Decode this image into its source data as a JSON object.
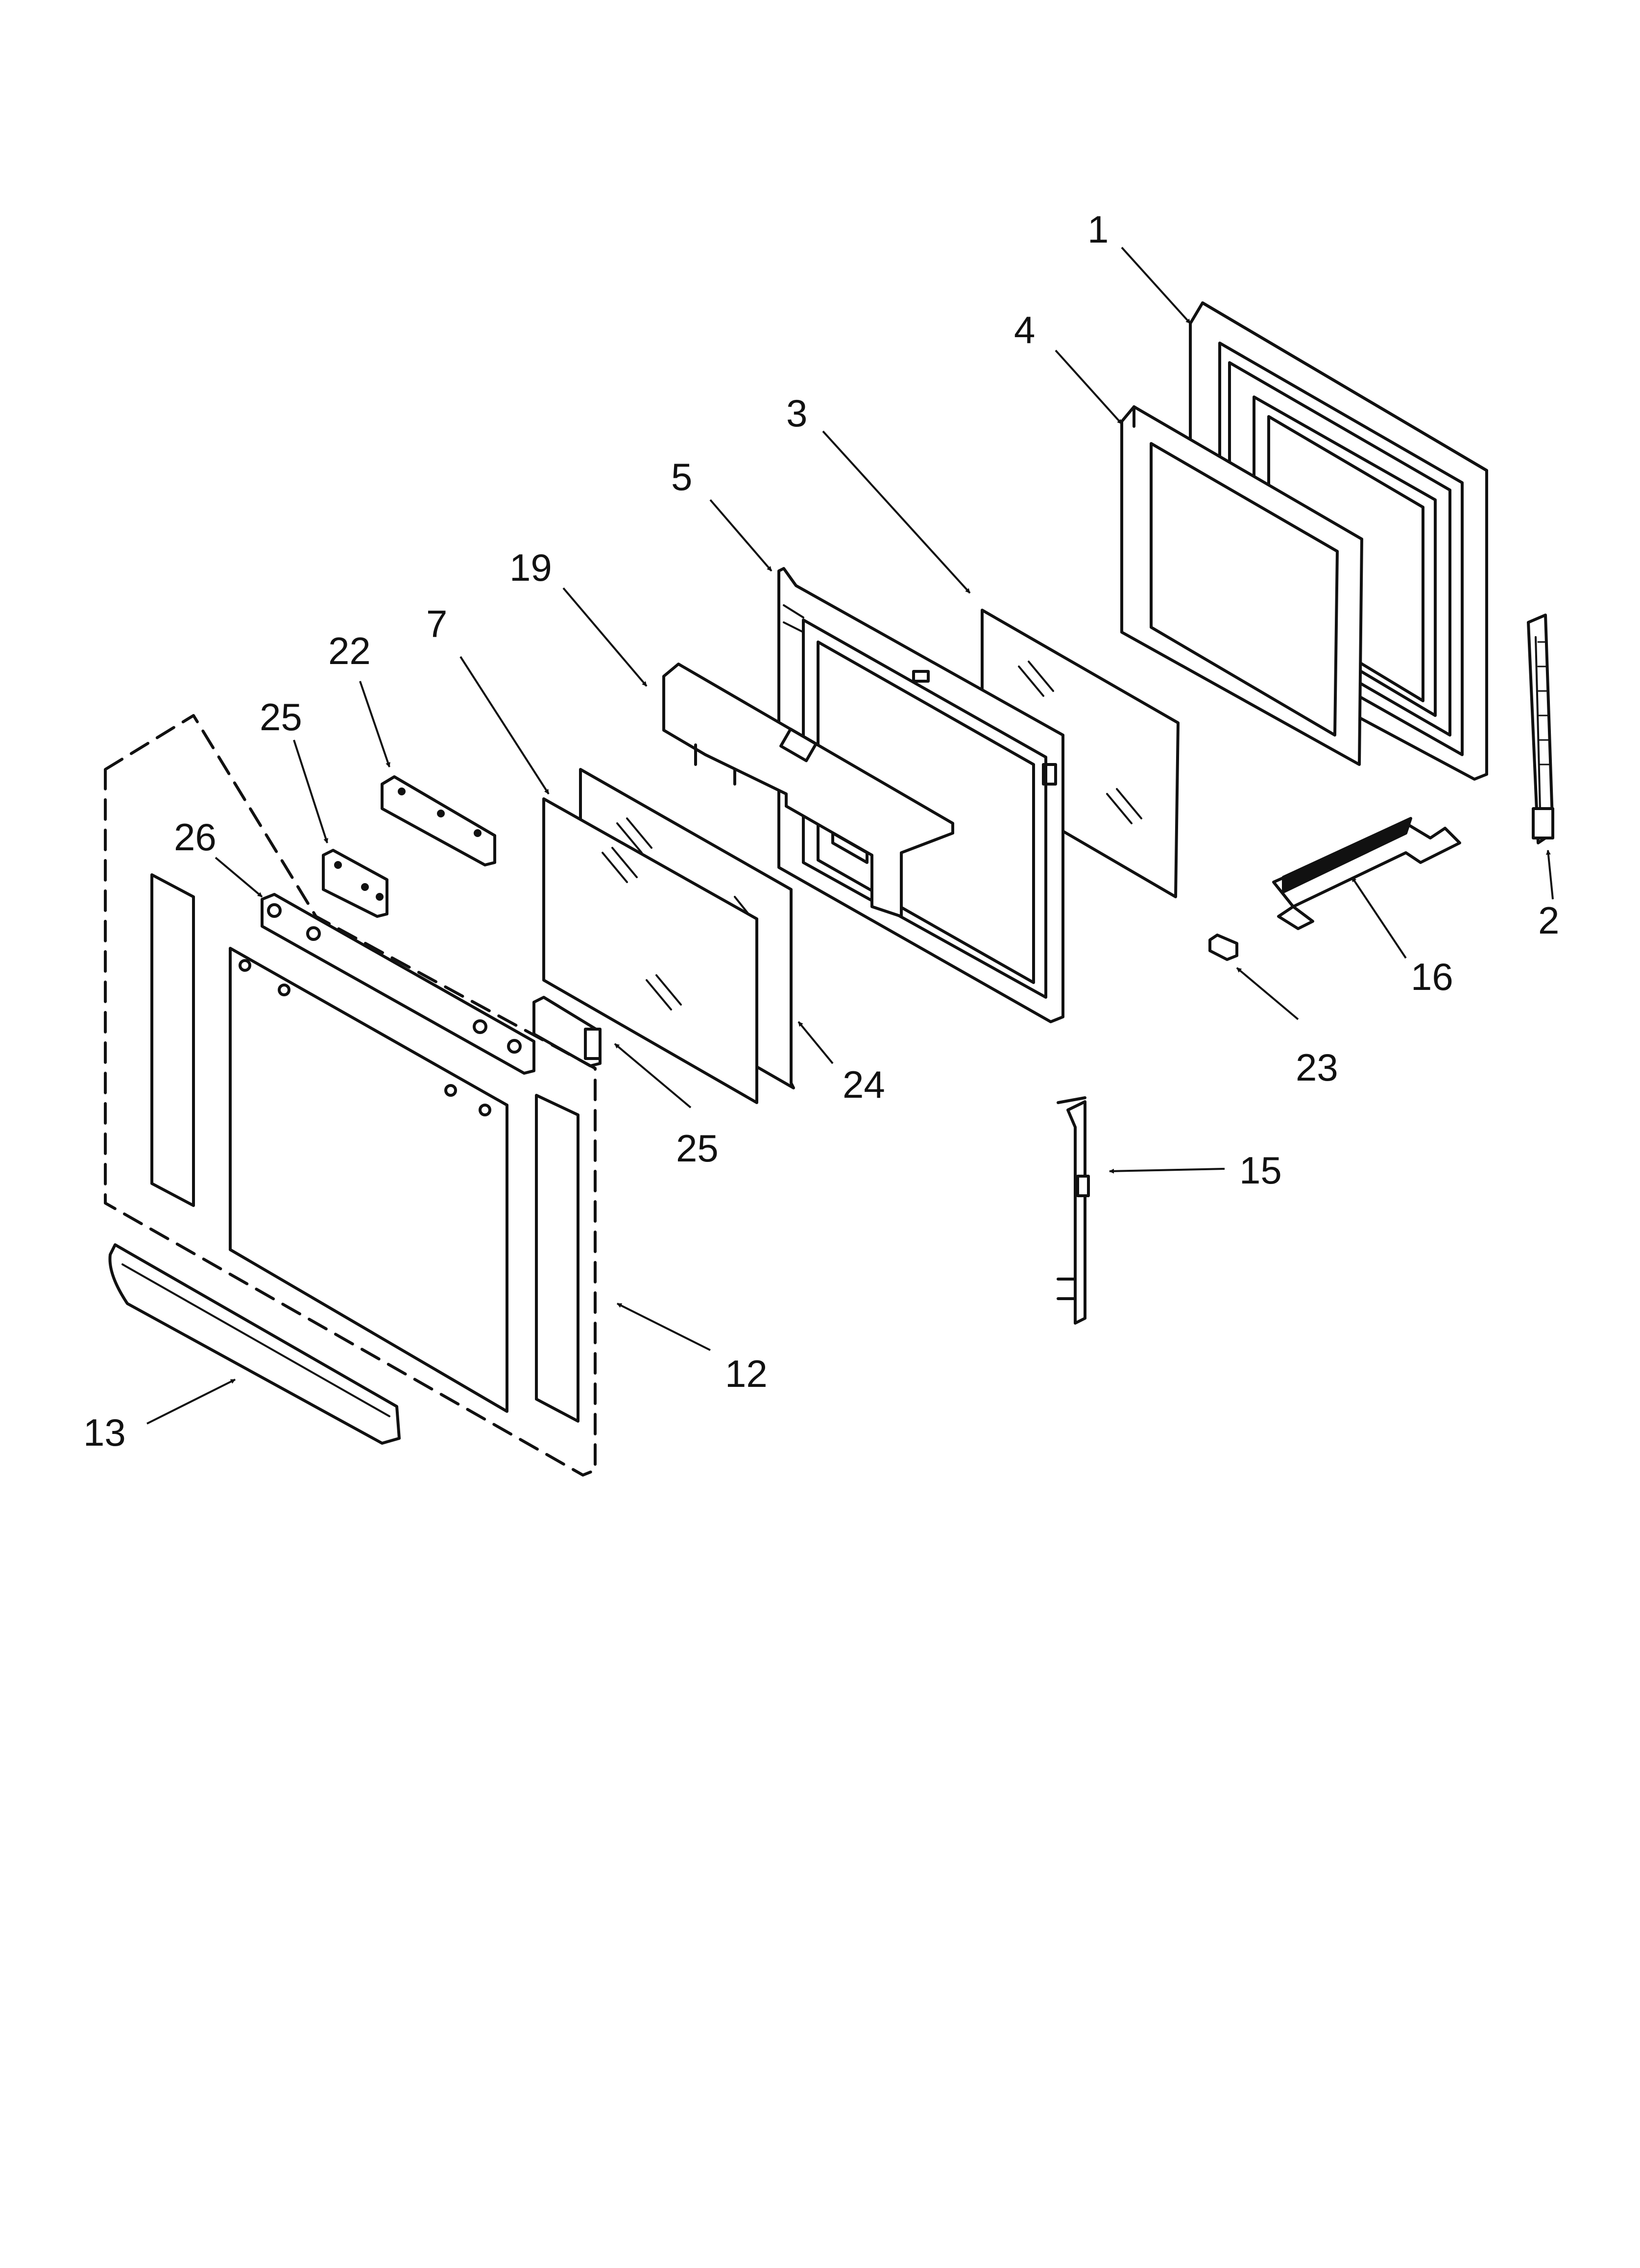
{
  "diagram": {
    "kind": "exploded-parts-view",
    "callouts": [
      {
        "id": "c1",
        "label": "1"
      },
      {
        "id": "c2",
        "label": "2"
      },
      {
        "id": "c3",
        "label": "3"
      },
      {
        "id": "c4",
        "label": "4"
      },
      {
        "id": "c5",
        "label": "5"
      },
      {
        "id": "c7",
        "label": "7"
      },
      {
        "id": "c12",
        "label": "12"
      },
      {
        "id": "c13",
        "label": "13"
      },
      {
        "id": "c15",
        "label": "15"
      },
      {
        "id": "c16",
        "label": "16"
      },
      {
        "id": "c19",
        "label": "19"
      },
      {
        "id": "c22",
        "label": "22"
      },
      {
        "id": "c23",
        "label": "23"
      },
      {
        "id": "c24",
        "label": "24"
      },
      {
        "id": "c25a",
        "label": "25"
      },
      {
        "id": "c25b",
        "label": "25"
      },
      {
        "id": "c26",
        "label": "26"
      }
    ]
  }
}
